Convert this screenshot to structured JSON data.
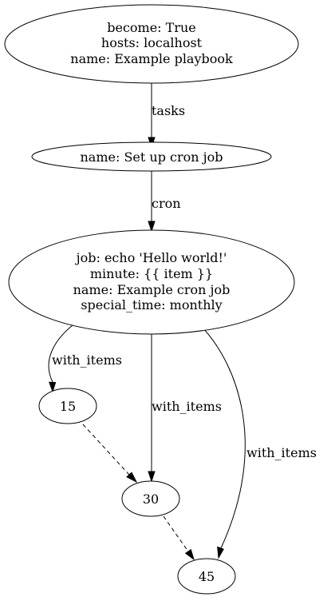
{
  "nodes": {
    "playbook": {
      "lines": [
        "become: True",
        "hosts: localhost",
        "name: Example playbook"
      ]
    },
    "task": {
      "lines": [
        "name: Set up cron job"
      ]
    },
    "cron": {
      "lines": [
        "job: echo 'Hello world!'",
        "minute: {{ item }}",
        "name: Example cron job",
        "special_time: monthly"
      ]
    },
    "item15": {
      "lines": [
        "15"
      ]
    },
    "item30": {
      "lines": [
        "30"
      ]
    },
    "item45": {
      "lines": [
        "45"
      ]
    }
  },
  "edges": {
    "playbook_task": {
      "label": "tasks",
      "style": "solid"
    },
    "task_cron": {
      "label": "cron",
      "style": "solid"
    },
    "cron_15": {
      "label": "with_items",
      "style": "solid"
    },
    "cron_30": {
      "label": "with_items",
      "style": "solid"
    },
    "cron_45": {
      "label": "with_items",
      "style": "solid"
    },
    "i15_30": {
      "label": "",
      "style": "dashed"
    },
    "i30_45": {
      "label": "",
      "style": "dashed"
    }
  },
  "colors": {
    "stroke": "#000000",
    "background": "#ffffff"
  }
}
